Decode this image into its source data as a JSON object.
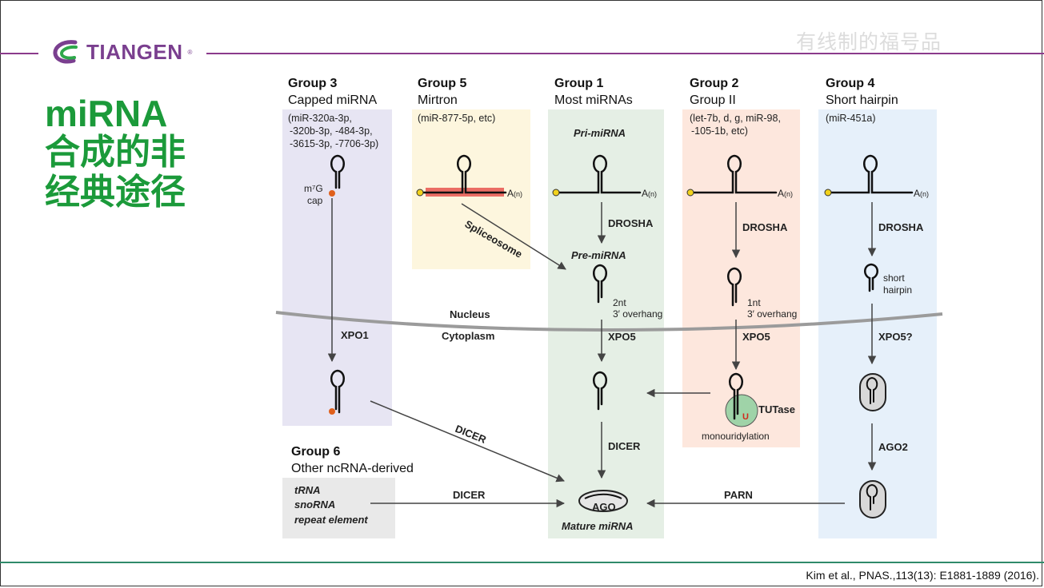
{
  "header": {
    "logo_text": "TIANGEN",
    "logo_reg": "®",
    "watermark": "有线制的福号品"
  },
  "side_title": {
    "line1": "miRNA",
    "line2": "合成的非",
    "line3": "经典途径"
  },
  "groups": [
    {
      "title": "Group 3",
      "subtitle": "Capped miRNA",
      "examples": [
        "(miR-320a-3p,",
        "-320b-3p, -484-3p,",
        "-3615-3p, -7706-3p)"
      ],
      "color": "#e7e5f3"
    },
    {
      "title": "Group 5",
      "subtitle": "Mirtron",
      "examples": [
        "(miR-877-5p, etc)"
      ],
      "color": "#fdf6de"
    },
    {
      "title": "Group 1",
      "subtitle": "Most miRNAs",
      "examples": [],
      "color": "#e5efe5"
    },
    {
      "title": "Group 2",
      "subtitle": "Group II",
      "examples": [
        "(let-7b, d, g, miR-98,",
        "-105-1b, etc)"
      ],
      "color": "#fde7dd"
    },
    {
      "title": "Group 4",
      "subtitle": "Short hairpin",
      "examples": [
        "(miR-451a)"
      ],
      "color": "#e6f0fa"
    },
    {
      "title": "Group 6",
      "subtitle": "Other ncRNA-derived",
      "examples": [],
      "color": "#e9e9e9"
    }
  ],
  "labels": {
    "pri_mirna": "Pri-miRNA",
    "pre_mirna": "Pre-miRNA",
    "mature_mirna": "Mature miRNA",
    "drosha": "DROSHA",
    "xpo5": "XPO5",
    "xpo5q": "XPO5?",
    "xpo1": "XPO1",
    "dicer": "DICER",
    "ago": "AGO",
    "ago2": "AGO2",
    "parn": "PARN",
    "tutase": "TUTase",
    "u": "U",
    "monouridylation": "monouridylation",
    "spliceosome": "Spliceosome",
    "nucleus": "Nucleus",
    "cytoplasm": "Cytoplasm",
    "poly_a": "A",
    "poly_a_sub": "(n)",
    "m7g": "m⁷G",
    "cap": "cap",
    "overhang_2nt": "2nt",
    "overhang_1nt": "1nt",
    "overhang": "3′ overhang",
    "short": "short",
    "hairpin": "hairpin",
    "trna": "tRNA",
    "snorna": "snoRNA",
    "repeat": "repeat element"
  },
  "citation": "Kim et al., PNAS.,113(13): E1881-1889 (2016).",
  "colors": {
    "brand_green": "#1b9a3a",
    "brand_purple": "#8b3b8c",
    "bottom_line": "#2f8a6a",
    "mirtron_band": "#e8554f",
    "cap_dot": "#e0601c",
    "end_dot": "#f2d21b",
    "tutase_circle": "#9fd3a8",
    "u_color": "#d2281c"
  }
}
